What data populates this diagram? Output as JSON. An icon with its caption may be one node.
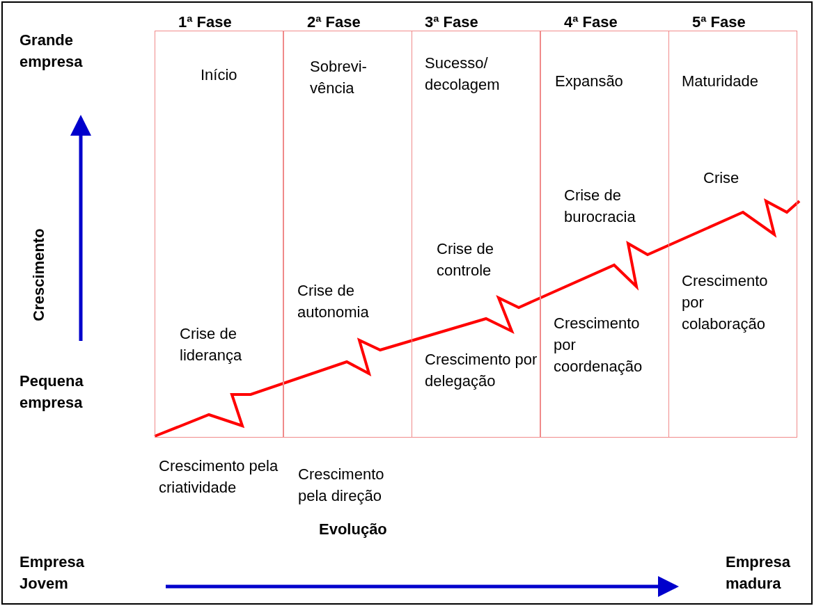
{
  "diagram": {
    "nodes": [
      {
        "text": [
          "1ª Fase",
          "Início",
          "Crise de liderança"
        ]
      },
      {
        "text": [
          "2ª Fase",
          "Sobrevi- vência",
          "Crise de autonomia"
        ]
      },
      {
        "text": [
          "3ª Fase",
          "Sucesso/ decolagem",
          "Crise de controle",
          "Crescimento por delegação"
        ]
      },
      {
        "text": [
          "4ª Fase",
          "Expansão",
          "Crise de burocracia",
          "Crescimento por coordenação"
        ]
      },
      {
        "text": [
          "5ª Fase",
          "Maturidade",
          "Crise",
          "Crescimento por colaboração"
        ]
      }
    ],
    "edges": [],
    "labels": [
      "Grande empresa",
      "Crescimento",
      "Pequena empresa",
      "Crescimento pela criatividade",
      "Crescimento pela direção",
      "Evolução",
      "Empresa Jovem",
      "Empresa madura"
    ]
  }
}
